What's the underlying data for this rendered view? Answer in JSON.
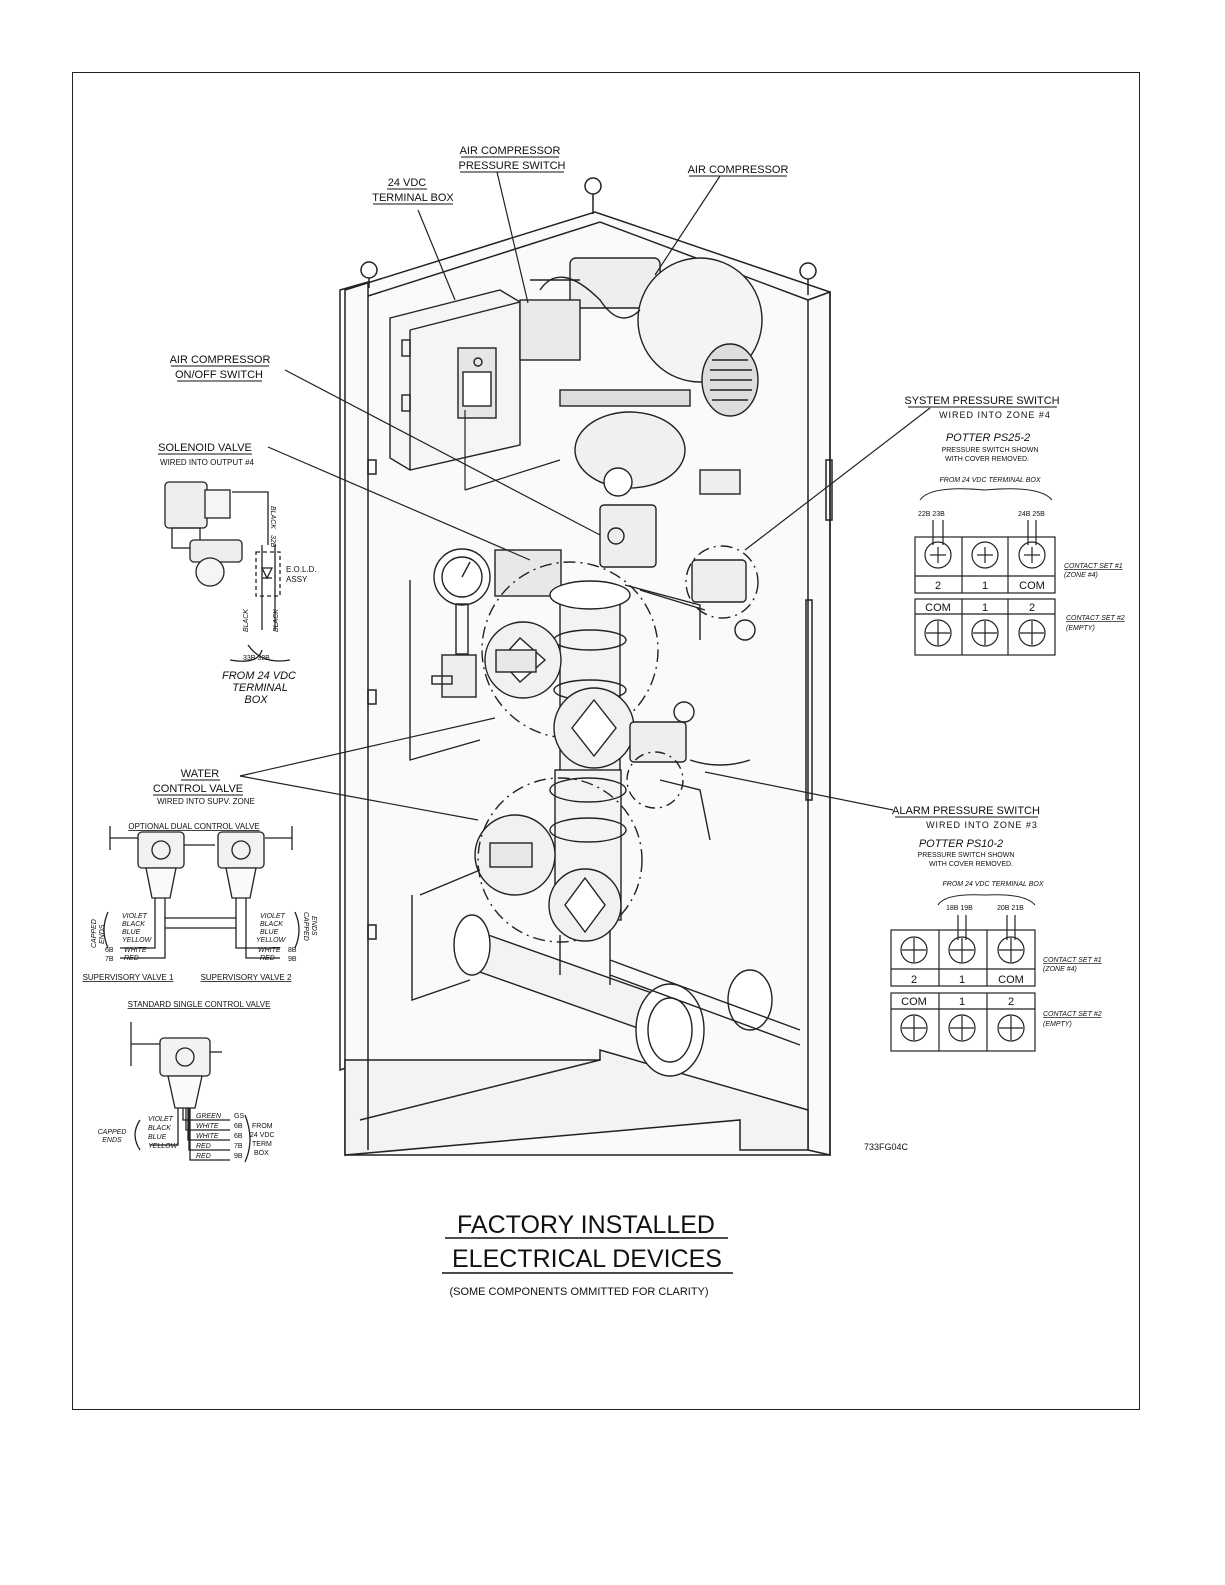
{
  "labels": {
    "terminal_box": [
      "24 VDC",
      "TERMINAL BOX"
    ],
    "air_comp_pressure_switch": [
      "AIR COMPRESSOR",
      "PRESSURE SWITCH"
    ],
    "air_compressor": "AIR COMPRESSOR",
    "air_comp_onoff": [
      "AIR COMPRESSOR",
      "ON/OFF SWITCH"
    ],
    "solenoid_valve": "SOLENOID VALVE",
    "solenoid_sub": "WIRED INTO OUTPUT #4",
    "water_control_valve": [
      "WATER",
      "CONTROL VALVE"
    ],
    "water_control_sub": "WIRED INTO SUPV. ZONE",
    "system_pressure_switch": "SYSTEM PRESSURE SWITCH",
    "system_pressure_sub": "WIRED INTO ZONE #4",
    "alarm_pressure_switch": "ALARM PRESSURE SWITCH",
    "alarm_pressure_sub": "WIRED INTO ZONE #3",
    "drawing_number": "733FG04C"
  },
  "solenoid_detail": {
    "black": "BLACK",
    "wire_32b": "32B",
    "eold": [
      "E.O.L.D.",
      "ASSY"
    ],
    "black_left": "BLACK",
    "black_right": "BLACK",
    "terminals": "33B  32B",
    "from": [
      "FROM 24 VDC",
      "TERMINAL",
      "BOX"
    ]
  },
  "system_switch": {
    "model": "POTTER PS25-2",
    "note": [
      "PRESSURE SWITCH SHOWN",
      "WITH COVER REMOVED."
    ],
    "from": "FROM 24 VDC   TERMINAL   BOX",
    "wires_left": "22B  23B",
    "wires_right": "24B  25B",
    "set1_terminals": [
      "2",
      "1",
      "COM"
    ],
    "set2_terminals": [
      "COM",
      "1",
      "2"
    ],
    "set1_label": "CONTACT SET #1",
    "set1_zone": "(ZONE #4)",
    "set2_label": "CONTACT SET #2",
    "set2_zone": "(EMPTY)"
  },
  "alarm_switch": {
    "model": "POTTER PS10-2",
    "note": [
      "PRESSURE SWITCH SHOWN",
      "WITH COVER REMOVED."
    ],
    "from": "FROM 24 VDC   TERMINAL   BOX",
    "wires_left": "18B  19B",
    "wires_right": "20B  21B",
    "set1_terminals": [
      "2",
      "1",
      "COM"
    ],
    "set2_terminals": [
      "COM",
      "1",
      "2"
    ],
    "set1_label": "CONTACT SET #1",
    "set1_zone": "(ZONE #4)",
    "set2_label": "CONTACT SET #2",
    "set2_zone": "(EMPTY)"
  },
  "dual_valve": {
    "title": "OPTIONAL DUAL CONTROL VALVE",
    "left_wires": [
      "VIOLET",
      "BLACK",
      "BLUE",
      "YELLOW",
      "WHITE",
      "RED"
    ],
    "right_wires": [
      "VIOLET",
      "BLACK",
      "BLUE",
      "YELLOW",
      "WHITE",
      "RED"
    ],
    "left_nums": [
      "6B",
      "7B"
    ],
    "right_nums": [
      "8B",
      "9B"
    ],
    "capped_left": [
      "CAPPED",
      "ENDS"
    ],
    "capped_right": [
      "CAPPED",
      "ENDS"
    ],
    "sv1": "SUPERVISORY VALVE 1",
    "sv2": "SUPERVISORY VALVE 2"
  },
  "single_valve": {
    "title": "STANDARD SINGLE CONTROL VALVE",
    "left_wires": [
      "VIOLET",
      "BLACK",
      "BLUE",
      "YELLOW"
    ],
    "right_wires": [
      "GREEN",
      "WHITE",
      "WHITE",
      "RED",
      "RED"
    ],
    "right_nums": [
      "GS",
      "6B",
      "6B",
      "7B",
      "9B"
    ],
    "capped": [
      "CAPPED",
      "ENDS"
    ],
    "from": [
      "FROM",
      "24 VDC",
      "TERM",
      "BOX"
    ]
  },
  "title": [
    "FACTORY INSTALLED",
    "ELECTRICAL DEVICES"
  ],
  "caption": "(SOME COMPONENTS OMMITTED FOR CLARITY)"
}
